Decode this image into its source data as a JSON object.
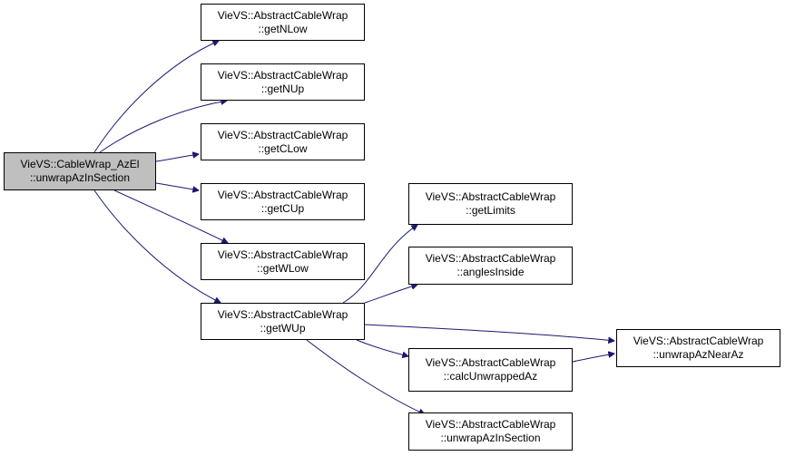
{
  "colors": {
    "edge": "#191970",
    "node_border": "#000000",
    "node_fill": "#ffffff",
    "current_fill": "#bfbfbf"
  },
  "nodes": {
    "root": {
      "line1": "VieVS::CableWrap_AzEl",
      "line2": "::unwrapAzInSection"
    },
    "getNLow": {
      "line1": "VieVS::AbstractCableWrap",
      "line2": "::getNLow"
    },
    "getNUp": {
      "line1": "VieVS::AbstractCableWrap",
      "line2": "::getNUp"
    },
    "getCLow": {
      "line1": "VieVS::AbstractCableWrap",
      "line2": "::getCLow"
    },
    "getCUp": {
      "line1": "VieVS::AbstractCableWrap",
      "line2": "::getCUp"
    },
    "getWLow": {
      "line1": "VieVS::AbstractCableWrap",
      "line2": "::getWLow"
    },
    "getWUp": {
      "line1": "VieVS::AbstractCableWrap",
      "line2": "::getWUp"
    },
    "getLimits": {
      "line1": "VieVS::AbstractCableWrap",
      "line2": "::getLimits"
    },
    "anglesInside": {
      "line1": "VieVS::AbstractCableWrap",
      "line2": "::anglesInside"
    },
    "calcUnwrappedAz": {
      "line1": "VieVS::AbstractCableWrap",
      "line2": "::calcUnwrappedAz"
    },
    "unwrapAzInSection": {
      "line1": "VieVS::AbstractCableWrap",
      "line2": "::unwrapAzInSection"
    },
    "unwrapAzNearAz": {
      "line1": "VieVS::AbstractCableWrap",
      "line2": "::unwrapAzNearAz"
    }
  },
  "edges": [
    {
      "from": "root",
      "to": "getNLow"
    },
    {
      "from": "root",
      "to": "getNUp"
    },
    {
      "from": "root",
      "to": "getCLow"
    },
    {
      "from": "root",
      "to": "getCUp"
    },
    {
      "from": "root",
      "to": "getWLow"
    },
    {
      "from": "root",
      "to": "getWUp"
    },
    {
      "from": "getWUp",
      "to": "getLimits"
    },
    {
      "from": "getWUp",
      "to": "anglesInside"
    },
    {
      "from": "getWUp",
      "to": "unwrapAzNearAz"
    },
    {
      "from": "getWUp",
      "to": "calcUnwrappedAz"
    },
    {
      "from": "getWUp",
      "to": "unwrapAzInSection"
    },
    {
      "from": "calcUnwrappedAz",
      "to": "unwrapAzNearAz"
    }
  ]
}
